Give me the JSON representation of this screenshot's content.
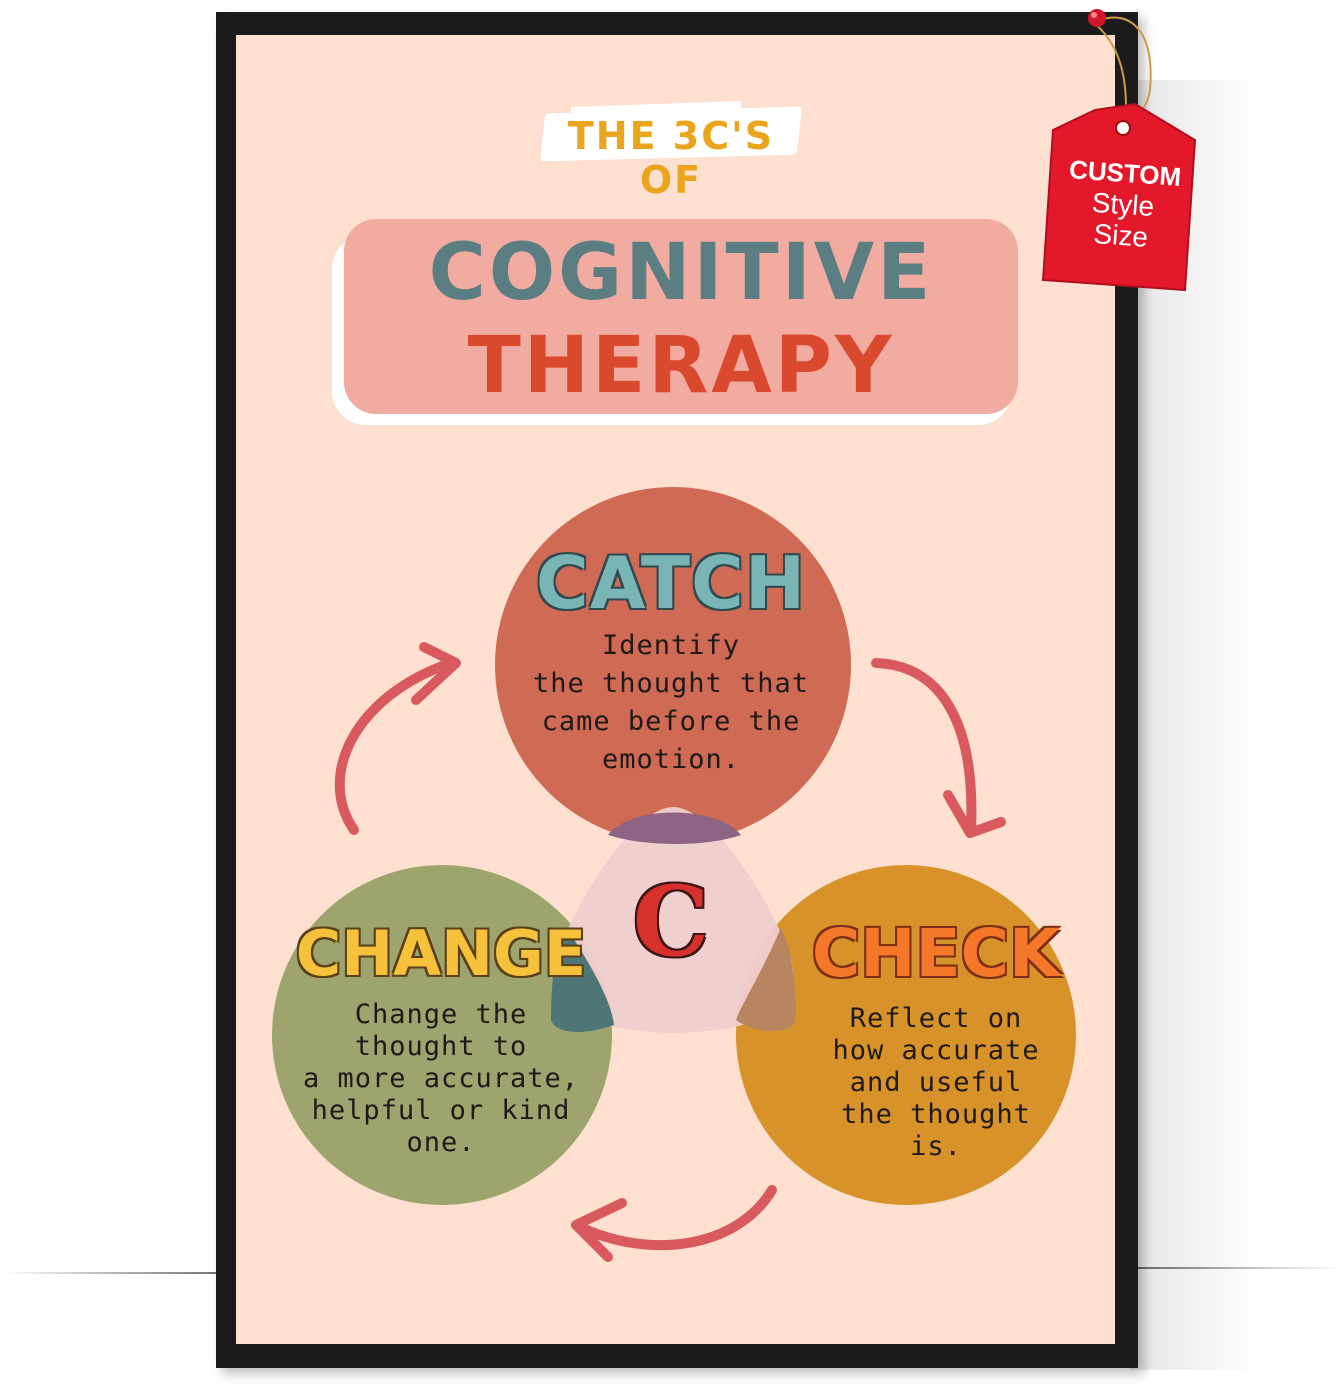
{
  "poster": {
    "subtitle": "THE 3C'S OF",
    "title_line1": "COGNITIVE",
    "title_line2": "THERAPY",
    "center_letter": "C",
    "catch": {
      "title": "CATCH",
      "lines": [
        "Identify",
        "the thought that",
        "came before the",
        "emotion."
      ]
    },
    "change": {
      "title": "CHANGE",
      "lines": [
        "Change the",
        "thought to",
        "a more accurate,",
        "helpful or kind",
        "one."
      ]
    },
    "check": {
      "title": "CHECK",
      "lines": [
        "Reflect on",
        "how accurate",
        "and useful",
        "the thought",
        "is."
      ]
    }
  },
  "tag": {
    "line1": "CUSTOM",
    "line2": "Style",
    "line3": "Size"
  },
  "colors": {
    "poster_bg": "#fde0cf",
    "frame": "#1c1b1c",
    "catch_circle": "#cf6a55",
    "change_circle": "#9da46d",
    "check_circle": "#d8922a",
    "arrows": "#d95a5e",
    "tag_red": "#e3182a"
  }
}
